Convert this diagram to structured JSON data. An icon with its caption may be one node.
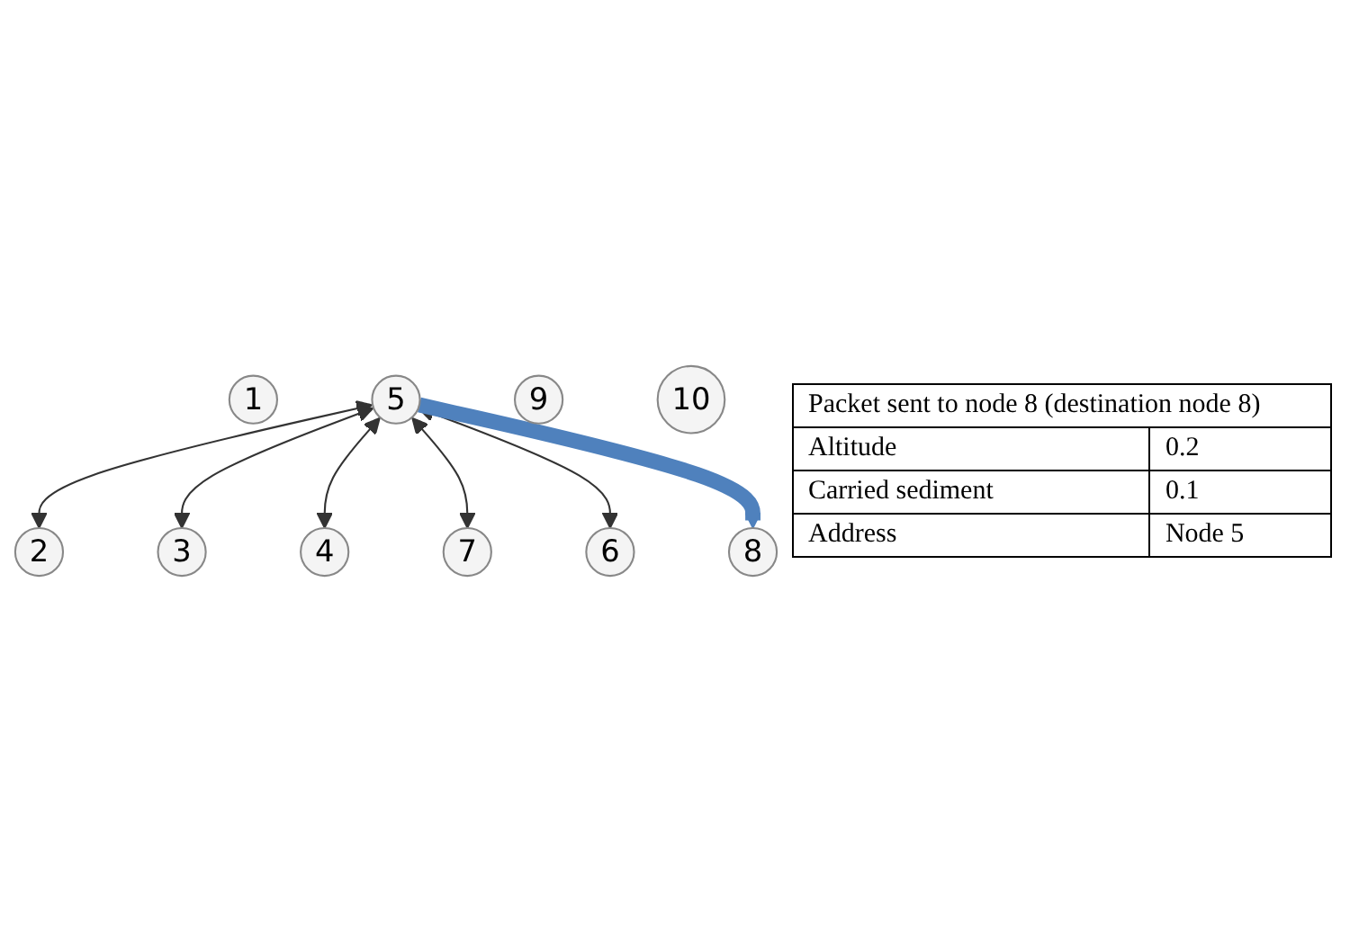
{
  "diagram": {
    "nodes": [
      {
        "text": [
          "1"
        ]
      },
      {
        "text": [
          "2"
        ]
      },
      {
        "text": [
          "3"
        ]
      },
      {
        "text": [
          "4"
        ]
      },
      {
        "text": [
          "5"
        ]
      },
      {
        "text": [
          "6"
        ]
      },
      {
        "text": [
          "7"
        ]
      },
      {
        "text": [
          "8"
        ]
      },
      {
        "text": [
          "9"
        ]
      },
      {
        "text": [
          "10"
        ]
      }
    ],
    "edges": [
      {
        "from": 4,
        "to": 1,
        "arrow": "both"
      },
      {
        "from": 4,
        "to": 2,
        "arrow": "both"
      },
      {
        "from": 4,
        "to": 3,
        "arrow": "both"
      },
      {
        "from": 4,
        "to": 6,
        "arrow": "both"
      },
      {
        "from": 4,
        "to": 5,
        "arrow": "both"
      },
      {
        "from": 4,
        "to": 7,
        "arrow": "to",
        "style": "thick",
        "color": "#4f81bd"
      }
    ],
    "labels": [
      "Packet sent to node 8 (destination node 8)",
      "Altitude",
      "0.2",
      "Carried sediment",
      "0.1",
      "Address",
      "Node 5"
    ]
  }
}
